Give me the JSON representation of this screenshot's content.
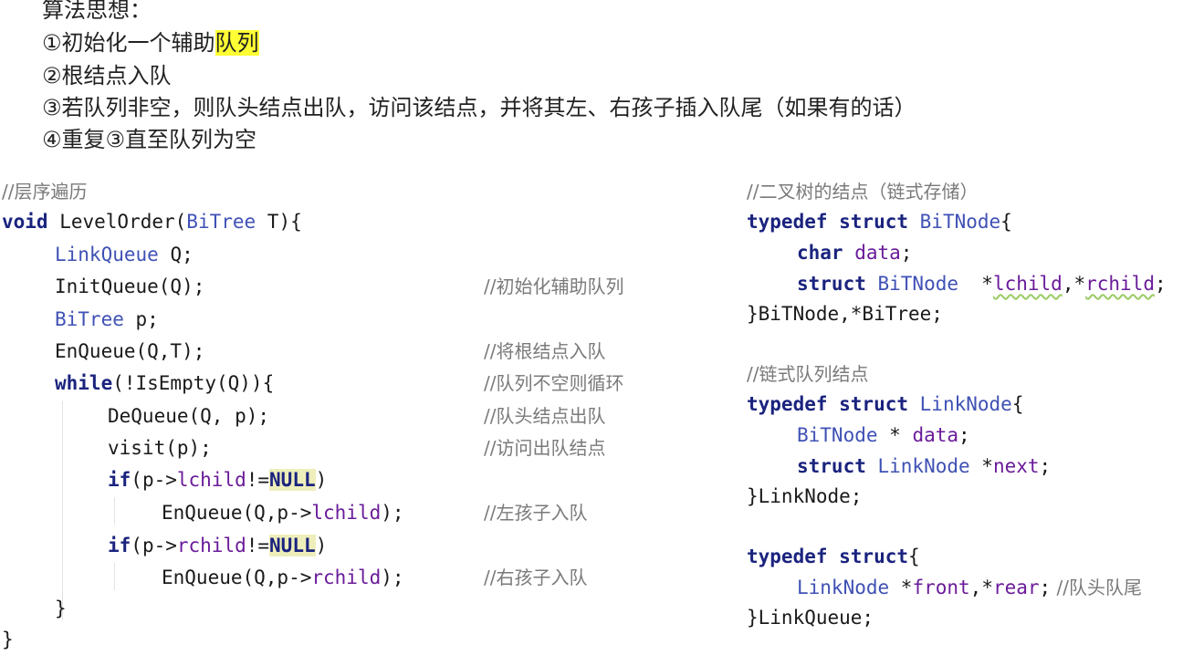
{
  "algorithm": {
    "heading": "算法思想：",
    "step1_prefix": "①初始化一个辅助",
    "step1_highlight": "队列",
    "step2": "②根结点入队",
    "step3": "③若队列非空，则队头结点出队，访问该结点，并将其左、右孩子插入队尾（如果有的话）",
    "step4": "④重复③直至队列为空"
  },
  "left_code": {
    "comment_title": "//层序遍历",
    "l1_void": "void",
    "l1_fn": " LevelOrder(",
    "l1_type": "BiTree",
    "l1_rest": " T){",
    "l2_type": "LinkQueue",
    "l2_rest": " Q;",
    "l3": "InitQueue(Q);",
    "l3_comment": "//初始化辅助队列",
    "l4_type": "BiTree",
    "l4_rest": " p;",
    "l5": "EnQueue(Q,T);",
    "l5_comment": "//将根结点入队",
    "l6_kw": "while",
    "l6_rest": "(!IsEmpty(Q)){",
    "l6_comment": "//队列不空则循环",
    "l7": "DeQueue(Q, p);",
    "l7_comment": "//队头结点出队",
    "l8": "visit(p);",
    "l8_comment": "//访问出队结点",
    "l9_kw": "if",
    "l9_a": "(p->",
    "l9_field": "lchild",
    "l9_b": "!=",
    "l9_null": "NULL",
    "l9_c": ")",
    "l10_a": "EnQueue(Q,p->",
    "l10_field": "lchild",
    "l10_b": ");",
    "l10_comment": "//左孩子入队",
    "l11_kw": "if",
    "l11_a": "(p->",
    "l11_field": "rchild",
    "l11_b": "!=",
    "l11_null": "NULL",
    "l11_c": ")",
    "l12_a": "EnQueue(Q,p->",
    "l12_field": "rchild",
    "l12_b": ");",
    "l12_comment": "//右孩子入队",
    "l13": "}",
    "l14": "}"
  },
  "right_code": {
    "c1": "//二叉树的结点（链式存储）",
    "r1_kw": "typedef struct",
    "r1_type": " BiTNode",
    "r1_b": "{",
    "r2_kw": "char",
    "r2_field": " data",
    "r2_b": ";",
    "r3_kw": "struct",
    "r3_type": " BiTNode",
    "r3_a": "  *",
    "r3_f1": "lchild",
    "r3_b": ",*",
    "r3_f2": "rchild",
    "r3_c": ";",
    "r4": "}BiTNode,*BiTree;",
    "c2": "//链式队列结点",
    "r5_kw": "typedef struct",
    "r5_type": " LinkNode",
    "r5_b": "{",
    "r6_type": "BiTNode",
    "r6_a": " * ",
    "r6_field": "data",
    "r6_b": ";",
    "r7_kw": "struct",
    "r7_type": " LinkNode",
    "r7_a": " *",
    "r7_field": "next",
    "r7_b": ";",
    "r8": "}LinkNode;",
    "r9_kw": "typedef struct",
    "r9_b": "{",
    "r10_type": "LinkNode",
    "r10_a": " *",
    "r10_f1": "front",
    "r10_b": ",*",
    "r10_f2": "rear",
    "r10_c": ";",
    "r10_comment": " //队头队尾",
    "r11": "}LinkQueue;"
  }
}
